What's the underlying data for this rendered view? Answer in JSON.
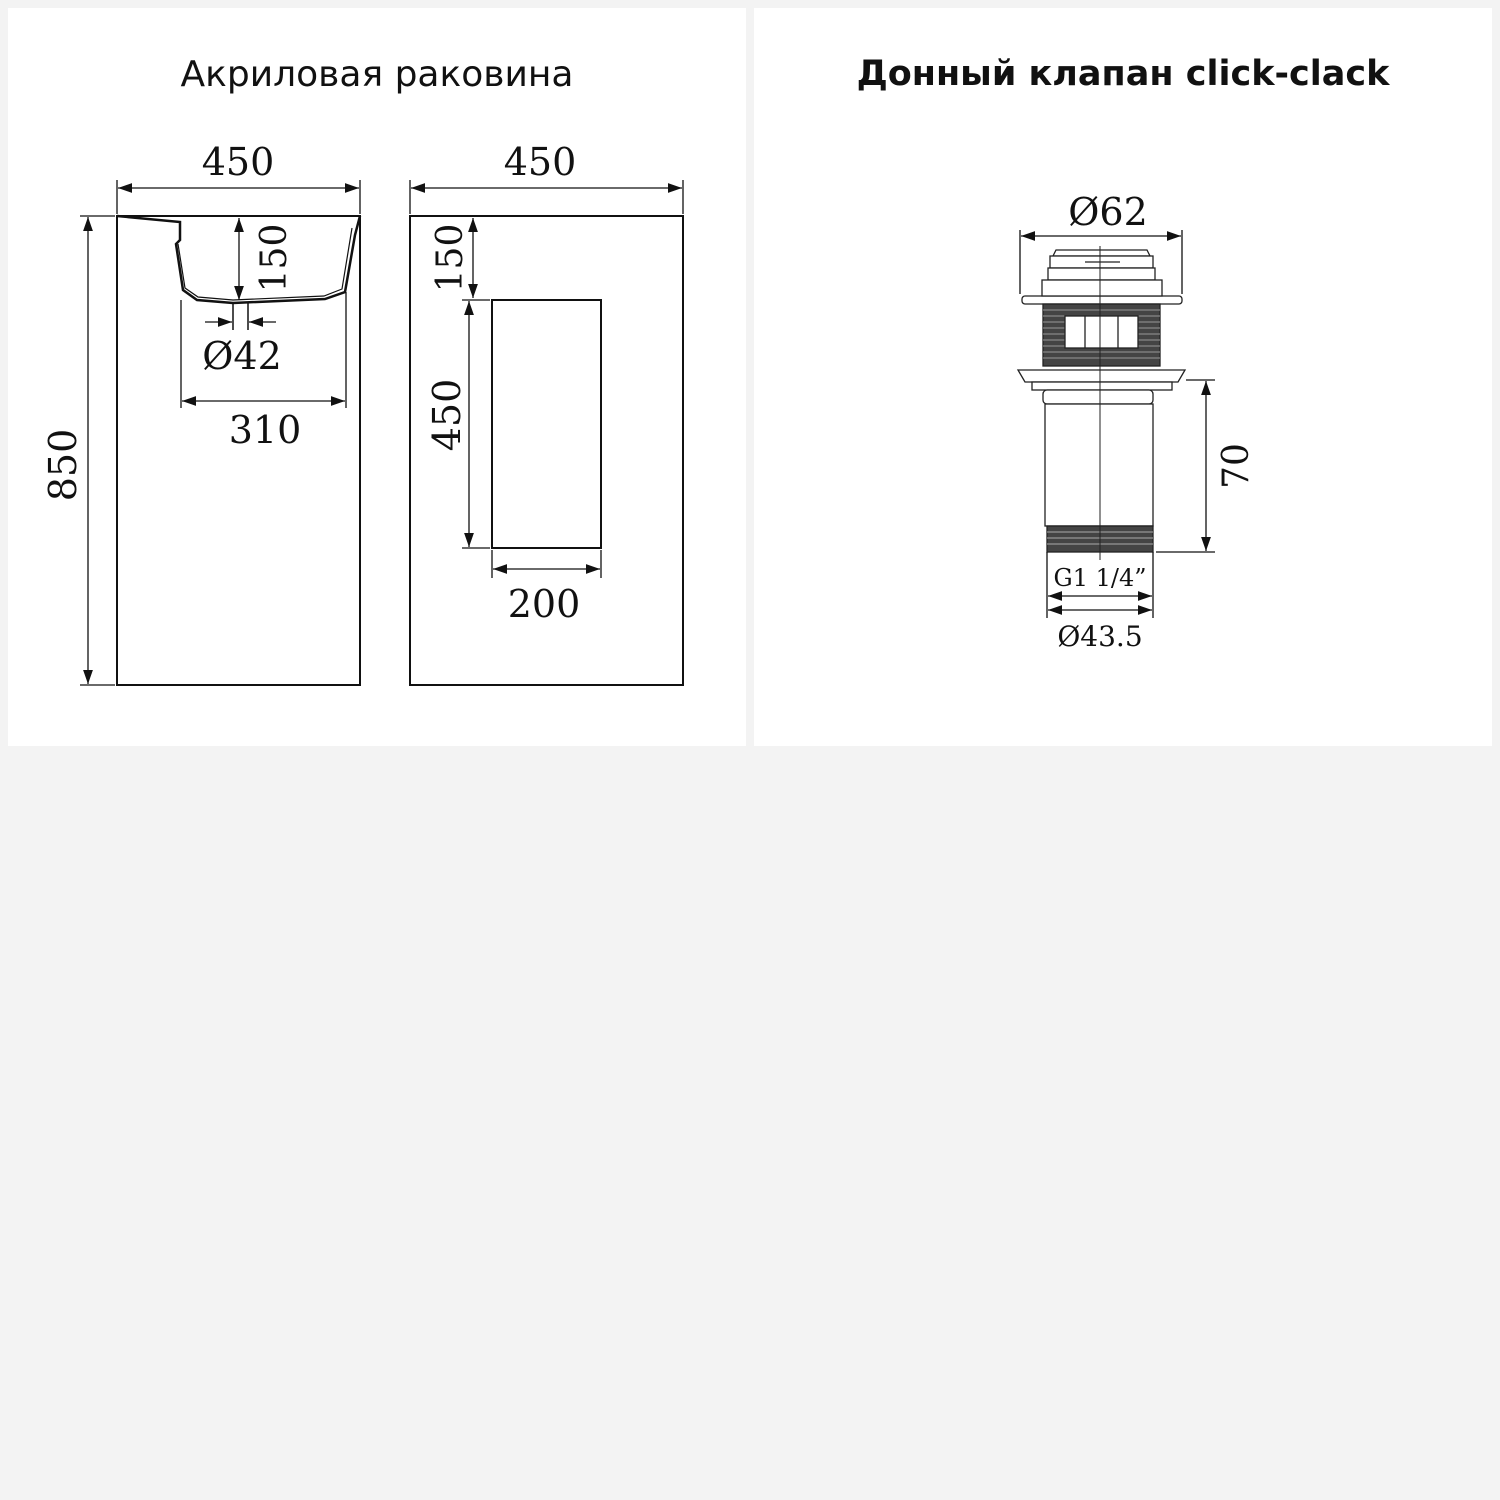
{
  "panels": {
    "left": {
      "title": "Акриловая раковина",
      "dims": {
        "front_width": "450",
        "bowl_depth": "150",
        "drain_diameter": "Ø42",
        "bowl_width": "310",
        "height": "850",
        "side_width": "450",
        "top_offset": "150",
        "niche_height": "450",
        "niche_width": "200"
      }
    },
    "right": {
      "title": "Донный клапан click-clack",
      "dims": {
        "cap_diameter": "Ø62",
        "length": "70",
        "thread": "G1 1/4”",
        "outer_diameter": "Ø43.5"
      }
    }
  },
  "colors": {
    "background": "#f3f3f3",
    "panel": "#ffffff",
    "line": "#111111",
    "valve_dark": "#333333"
  }
}
